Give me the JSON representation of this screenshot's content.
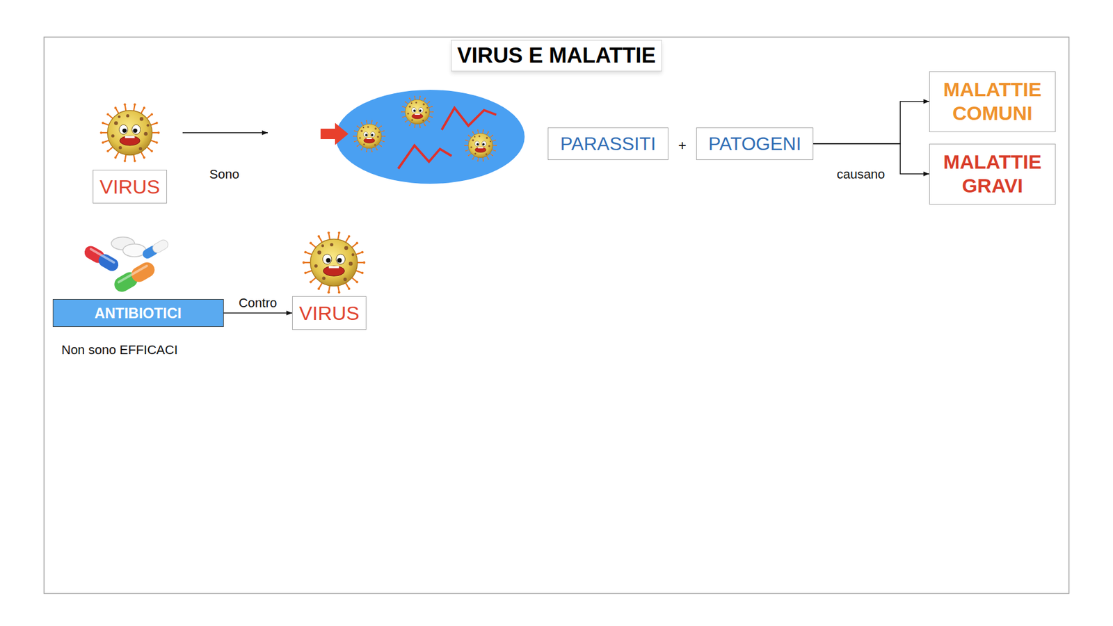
{
  "diagram": {
    "title": "VIRUS E MALATTIE",
    "nodes": [
      {
        "text": [
          "VIRUS"
        ]
      },
      {
        "text": [
          "PARASSITI"
        ]
      },
      {
        "text": [
          "PATOGENI"
        ]
      },
      {
        "text": [
          "MALATTIE COMUNI"
        ]
      },
      {
        "text": [
          "MALATTIE GRAVI"
        ]
      },
      {
        "text": [
          "ANTIBIOTICI"
        ]
      },
      {
        "text": [
          "VIRUS"
        ]
      }
    ],
    "edges": [
      {
        "from": 2,
        "to": 3,
        "arrow": "to",
        "label": "causano"
      },
      {
        "from": 2,
        "to": 4,
        "arrow": "to"
      },
      {
        "from": 5,
        "to": 6,
        "arrow": "to",
        "label": "Contro"
      }
    ],
    "labels": [
      "Sono",
      "+",
      "Non sono EFFICACI"
    ]
  }
}
